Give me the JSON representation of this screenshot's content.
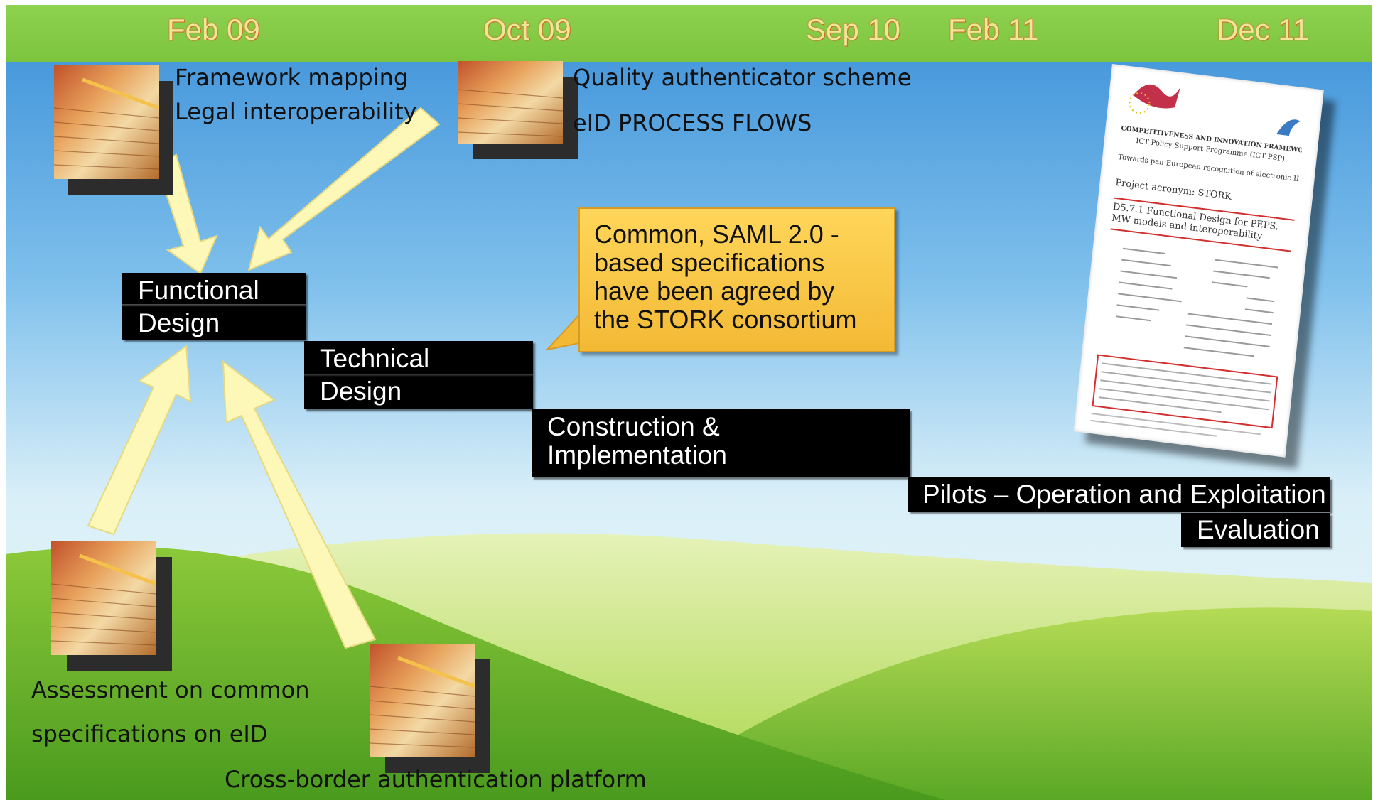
{
  "timeline": {
    "dates": [
      "Feb 09",
      "Oct 09",
      "Sep 10",
      "Feb 11",
      "Dec 11"
    ]
  },
  "documents": [
    {
      "id": "doc-framework",
      "lines": [
        "Framework mapping",
        "Legal interoperability"
      ]
    },
    {
      "id": "doc-quality",
      "lines": [
        "Quality authenticator scheme",
        "eID PROCESS FLOWS"
      ]
    },
    {
      "id": "doc-assessment",
      "lines": [
        "Assessment on common",
        "specifications on eID"
      ]
    },
    {
      "id": "doc-platform",
      "lines": [
        "Cross-border authentication platform"
      ]
    }
  ],
  "stages": [
    {
      "id": "functional-design",
      "lines": [
        "Functional",
        "Design"
      ]
    },
    {
      "id": "technical-design",
      "lines": [
        "Technical",
        "Design"
      ]
    },
    {
      "id": "construction",
      "lines": [
        "Construction &",
        "Implementation"
      ]
    },
    {
      "id": "pilots",
      "lines": [
        "Pilots – Operation and Exploitation"
      ]
    },
    {
      "id": "evaluation",
      "lines": [
        "Evaluation"
      ]
    }
  ],
  "callout": {
    "lines": [
      "Common, SAML 2.0 -",
      "based  specifications",
      "have been agreed by",
      "the STORK consortium"
    ]
  },
  "report": {
    "programme": "COMPETITIVENESS AND INNOVATION FRAMEWORK PROGRAMME",
    "sub_programme": "ICT Policy Support Programme (ICT PSP)",
    "towards": "Towards pan-European recognition of electronic IDs (eIDs)",
    "acronym": "Project acronym: STORK",
    "deliverable": "D5.7.1 Functional Design for PEPS, MW models and interoperability"
  },
  "colors": {
    "timebar": "#7cc43e",
    "date_text": "#f0e69a",
    "stage_box": "#000000",
    "callout": "#f3b935",
    "arrow": "#fdf7b8"
  }
}
